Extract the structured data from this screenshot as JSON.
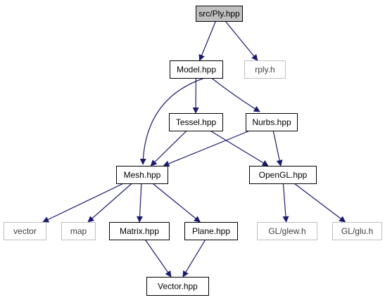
{
  "colors": {
    "edge": "#191970",
    "node_border": "#000000",
    "external_border": "#bfbfbf",
    "external_text": "#404040",
    "root_fill": "#bfbfbf",
    "node_fill": "#ffffff",
    "text": "#000000"
  },
  "nodes": [
    {
      "id": "ply",
      "label": "src/Ply.hpp",
      "kind": "root"
    },
    {
      "id": "model",
      "label": "Model.hpp",
      "kind": "file"
    },
    {
      "id": "rply",
      "label": "rply.h",
      "kind": "external"
    },
    {
      "id": "tessel",
      "label": "Tessel.hpp",
      "kind": "file"
    },
    {
      "id": "nurbs",
      "label": "Nurbs.hpp",
      "kind": "file"
    },
    {
      "id": "mesh",
      "label": "Mesh.hpp",
      "kind": "file"
    },
    {
      "id": "opengl",
      "label": "OpenGL.hpp",
      "kind": "file"
    },
    {
      "id": "vector",
      "label": "vector",
      "kind": "external"
    },
    {
      "id": "map",
      "label": "map",
      "kind": "external"
    },
    {
      "id": "matrix",
      "label": "Matrix.hpp",
      "kind": "file"
    },
    {
      "id": "plane",
      "label": "Plane.hpp",
      "kind": "file"
    },
    {
      "id": "glew",
      "label": "GL/glew.h",
      "kind": "external"
    },
    {
      "id": "glu",
      "label": "GL/glu.h",
      "kind": "external"
    },
    {
      "id": "vectorhpp",
      "label": "Vector.hpp",
      "kind": "file"
    }
  ],
  "edges": [
    {
      "from": "ply",
      "to": "model"
    },
    {
      "from": "ply",
      "to": "rply"
    },
    {
      "from": "model",
      "to": "mesh"
    },
    {
      "from": "model",
      "to": "tessel"
    },
    {
      "from": "model",
      "to": "nurbs"
    },
    {
      "from": "tessel",
      "to": "mesh"
    },
    {
      "from": "tessel",
      "to": "opengl"
    },
    {
      "from": "nurbs",
      "to": "mesh"
    },
    {
      "from": "nurbs",
      "to": "opengl"
    },
    {
      "from": "mesh",
      "to": "vector"
    },
    {
      "from": "mesh",
      "to": "map"
    },
    {
      "from": "mesh",
      "to": "matrix"
    },
    {
      "from": "mesh",
      "to": "plane"
    },
    {
      "from": "opengl",
      "to": "glew"
    },
    {
      "from": "opengl",
      "to": "glu"
    },
    {
      "from": "matrix",
      "to": "vectorhpp"
    },
    {
      "from": "plane",
      "to": "vectorhpp"
    }
  ]
}
